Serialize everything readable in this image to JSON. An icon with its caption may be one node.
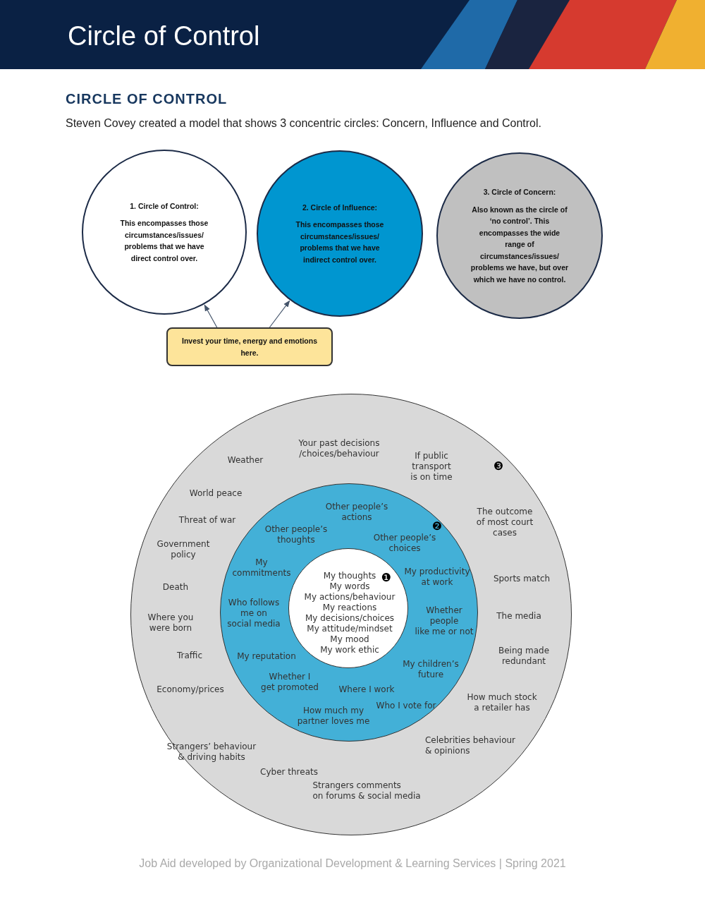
{
  "diagram": {
    "title": "Circle of Control",
    "nodes": [
      {
        "text": [
          "1. Circle of Control:",
          "This encompasses those circumstances/issues/ problems that we have direct control over."
        ]
      },
      {
        "text": [
          "2. Circle of Influence:",
          "This encompasses those circumstances/issues/ problems that we have indirect control over."
        ]
      },
      {
        "text": [
          "3. Circle of Concern:",
          "Also known as the circle of ‘no control’. This encompasses the wide range of circumstances/issues/ problems we have, but over which we have no control."
        ]
      },
      {
        "text": [
          "Invest your time, energy and emotions here."
        ]
      },
      {
        "text": [
          "Weather",
          "Your past decisions /choices/behaviour",
          "If public transport is on time",
          "❸",
          "World peace",
          "Threat of war",
          "The outcome of most court cases",
          "Government policy",
          "Sports match",
          "Death",
          "The media",
          "Where you were born",
          "Traffic",
          "Being made redundant",
          "Economy/prices",
          "How much stock a retailer has",
          "Strangers’ behaviour & driving habits",
          "Celebrities behaviour & opinions",
          "Cyber threats",
          "Strangers comments on forums & social media"
        ]
      },
      {
        "text": [
          "Other people’s actions",
          "❷",
          "Other people’s thoughts",
          "Other people’s choices",
          "My commitments",
          "My productivity at work",
          "Who follows me on social media",
          "Whether people like me or not",
          "My reputation",
          "My children’s future",
          "Whether I get promoted",
          "Where I work",
          "Who I vote for",
          "How much my partner loves me"
        ],
        "in": 4
      },
      {
        "text": [
          "My thoughts",
          "❶",
          "My words",
          "My actions/behaviour",
          "My reactions",
          "My decisions/choices",
          "My attitude/mindset",
          "My mood",
          "My work ethic"
        ],
        "in": 5
      }
    ],
    "edges": [
      {
        "from": 3,
        "to": 0,
        "arrow": "to"
      },
      {
        "from": 3,
        "to": 1,
        "arrow": "to"
      }
    ],
    "labels": [
      "CIRCLE OF CONTROL",
      "Steven Covey created a model that shows 3 concentric circles: Concern, Influence and Control.",
      "Job Aid developed by Organizational Development & Learning Services | Spring 2021"
    ]
  }
}
